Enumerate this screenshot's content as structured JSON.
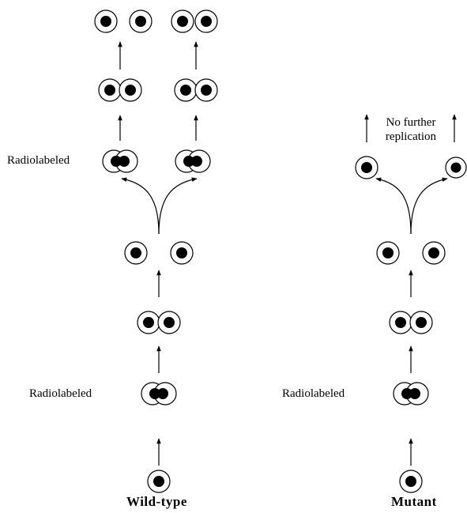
{
  "labels": {
    "radiolabeled": "Radiolabeled",
    "no_further_line1": "No further",
    "no_further_line2": "replication",
    "wild_type": "Wild-type",
    "mutant": "Mutant"
  },
  "colors": {
    "ink": "#000000",
    "paper": "#ffffff"
  }
}
